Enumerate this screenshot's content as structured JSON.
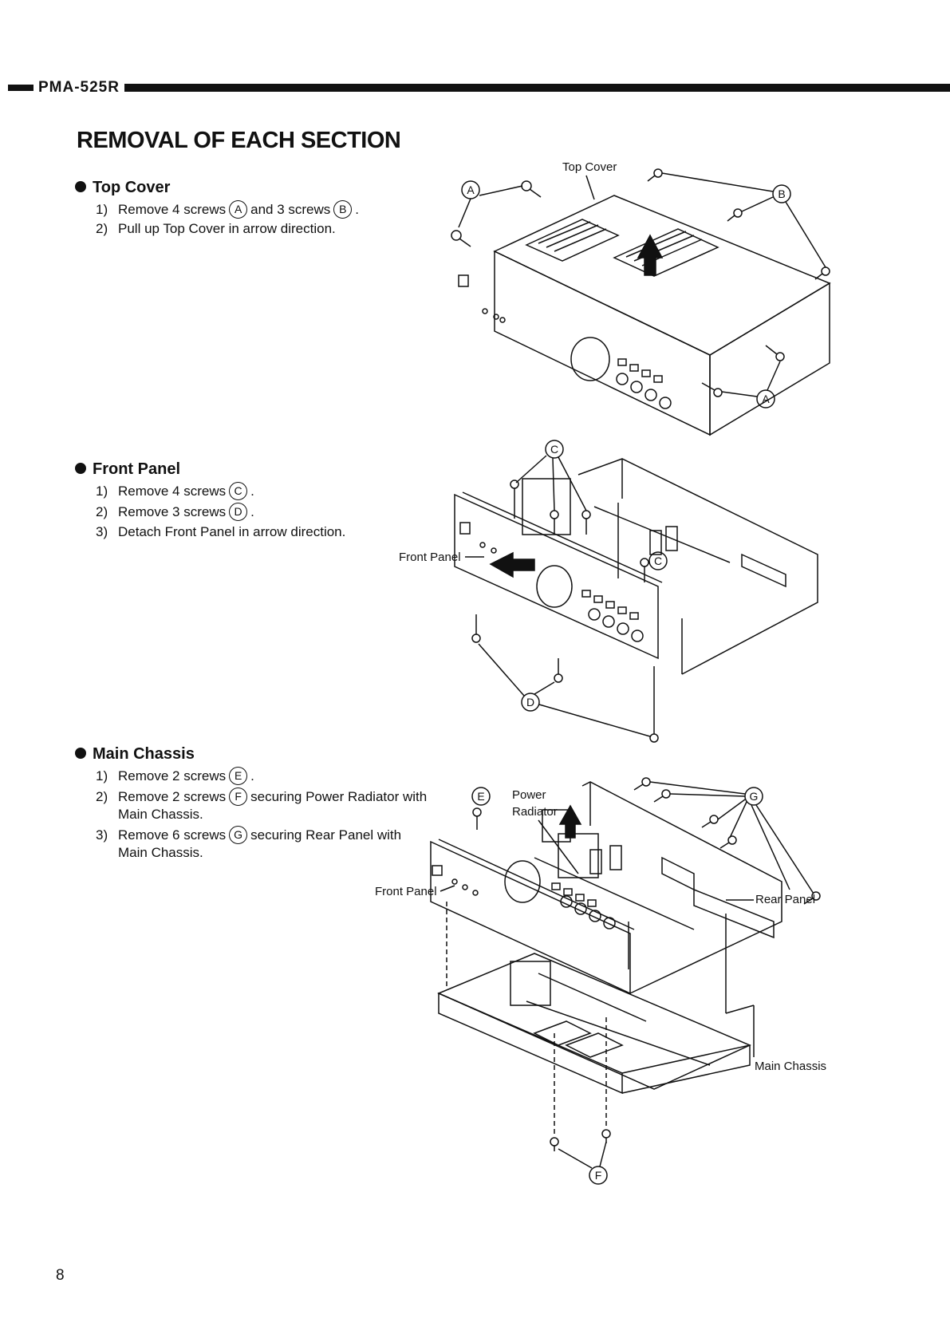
{
  "header": {
    "model": "PMA-525R"
  },
  "page_title": "REMOVAL OF EACH SECTION",
  "sections": [
    {
      "title": "Top Cover",
      "steps": [
        {
          "num": "1)",
          "pre": "Remove 4 screws",
          "s1": "A",
          "mid": "and 3 screws",
          "s2": "B",
          "post": "."
        },
        {
          "num": "2)",
          "text": "Pull up Top Cover in arrow direction."
        }
      ]
    },
    {
      "title": "Front Panel",
      "steps": [
        {
          "num": "1)",
          "pre": "Remove 4 screws",
          "s1": "C",
          "post": "."
        },
        {
          "num": "2)",
          "pre": "Remove 3 screws",
          "s1": "D",
          "post": "."
        },
        {
          "num": "3)",
          "text": "Detach Front Panel in arrow direction."
        }
      ]
    },
    {
      "title": "Main Chassis",
      "steps": [
        {
          "num": "1)",
          "pre": "Remove 2 screws",
          "s1": "E",
          "post": "."
        },
        {
          "num": "2)",
          "pre": "Remove 2 screws",
          "s1": "F",
          "post": "securing Power Radiator with",
          "cont": "Main Chassis."
        },
        {
          "num": "3)",
          "pre": "Remove 6 screws",
          "s1": "G",
          "post": "securing Rear Panel with",
          "cont": "Main Chassis."
        }
      ]
    }
  ],
  "diagram_labels": {
    "top_cover": "Top Cover",
    "front_panel_1": "Front Panel",
    "front_panel_2": "Front Panel",
    "power_radiator_1": "Power",
    "power_radiator_2": "Radiator",
    "rear_panel": "Rear Panel",
    "main_chassis": "Main Chassis",
    "callout_a_1": "A",
    "callout_a_2": "A",
    "callout_b": "B",
    "callout_c_1": "C",
    "callout_c_2": "C",
    "callout_d": "D",
    "callout_e": "E",
    "callout_f": "F",
    "callout_g": "G"
  },
  "page_number": "8"
}
